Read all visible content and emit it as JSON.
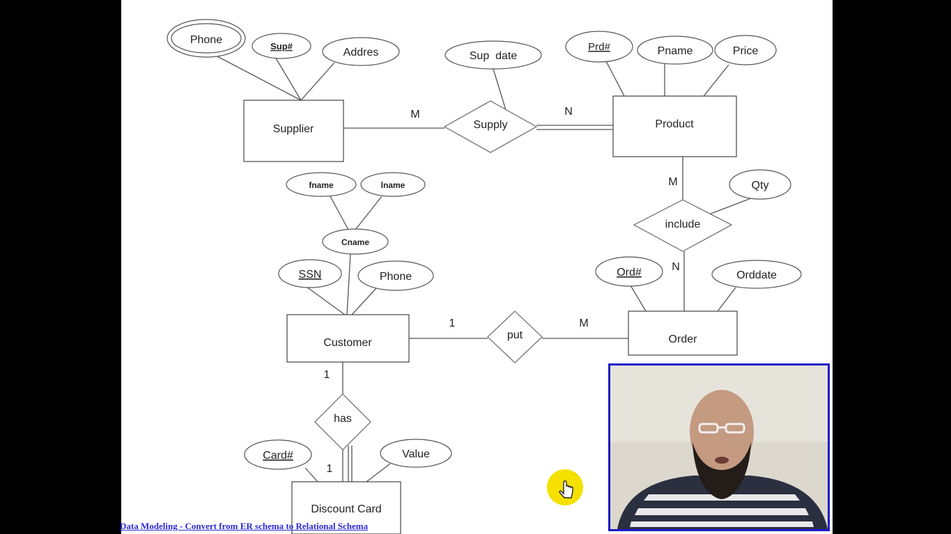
{
  "diagram": {
    "entities": {
      "supplier": "Supplier",
      "product": "Product",
      "customer": "Customer",
      "order": "Order",
      "discount_card": "Discount Card"
    },
    "relationships": {
      "supply": "Supply",
      "include": "include",
      "put": "put",
      "has": "has"
    },
    "attributes": {
      "phone_supplier": "Phone",
      "sup_no": "Sup#",
      "addres": "Addres",
      "sup_date": "Sup  date",
      "prd_no": "Prd#",
      "pname": "Pname",
      "price": "Price",
      "qty": "Qty",
      "fname": "fname",
      "lname": "lname",
      "cname": "Cname",
      "ssn": "SSN",
      "phone_customer": "Phone",
      "ord_no": "Ord#",
      "orddate": "Orddate",
      "card_no": "Card#",
      "value": "Value"
    },
    "cardinalities": {
      "supply_supplier": "M",
      "supply_product": "N",
      "include_product": "M",
      "include_order": "N",
      "put_customer": "1",
      "put_order": "M",
      "has_customer": "1",
      "has_card": "1"
    }
  },
  "footer": {
    "link_text": "Data Modeling - Convert from ER schema to Relational Schema"
  },
  "colors": {
    "frame_border": "#1a1ac8",
    "footer_link": "#2a2ad8",
    "cursor_highlight": "#f5e000"
  },
  "icons": {
    "cursor": "hand-pointer-icon"
  }
}
